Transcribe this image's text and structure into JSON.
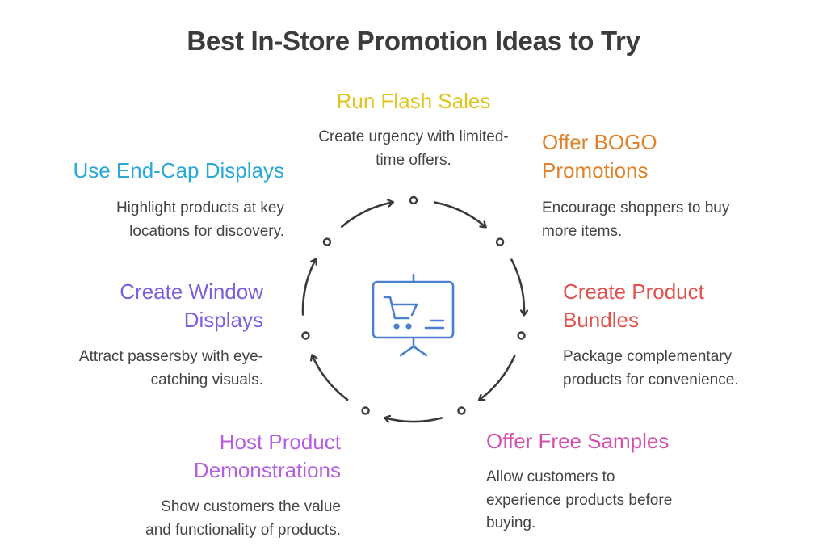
{
  "title": "Best In-Store Promotion Ideas to Try",
  "center_icon": "retail-presentation-cart-icon",
  "colors": {
    "title": "#3c3c3c",
    "text": "#444444",
    "ring": "#3a3a3a",
    "icon": "#4a7fd1"
  },
  "steps": [
    {
      "id": "flash",
      "title": [
        "Run Flash Sales"
      ],
      "description": [
        "Create urgency with limited-",
        "time offers."
      ],
      "color": "#e0c420"
    },
    {
      "id": "bogo",
      "title": [
        "Offer BOGO",
        "Promotions"
      ],
      "description": [
        "Encourage shoppers to buy",
        "more items."
      ],
      "color": "#e0822a"
    },
    {
      "id": "bundles",
      "title": [
        "Create Product",
        "Bundles"
      ],
      "description": [
        "Package complementary",
        "products for convenience."
      ],
      "color": "#e0514f"
    },
    {
      "id": "samples",
      "title": [
        "Offer Free Samples"
      ],
      "description": [
        "Allow customers to",
        "experience products before",
        "buying."
      ],
      "color": "#d64fae"
    },
    {
      "id": "demos",
      "title": [
        "Host Product",
        "Demonstrations"
      ],
      "description": [
        "Show customers the value",
        "and functionality of products."
      ],
      "color": "#b45ee0"
    },
    {
      "id": "window",
      "title": [
        "Create Window",
        "Displays"
      ],
      "description": [
        "Attract passersby with eye-",
        "catching visuals."
      ],
      "color": "#7b5fe0"
    },
    {
      "id": "endcap",
      "title": [
        "Use End-Cap Displays"
      ],
      "description": [
        "Highlight products at key",
        "locations for discovery."
      ],
      "color": "#2aa9d6"
    }
  ]
}
